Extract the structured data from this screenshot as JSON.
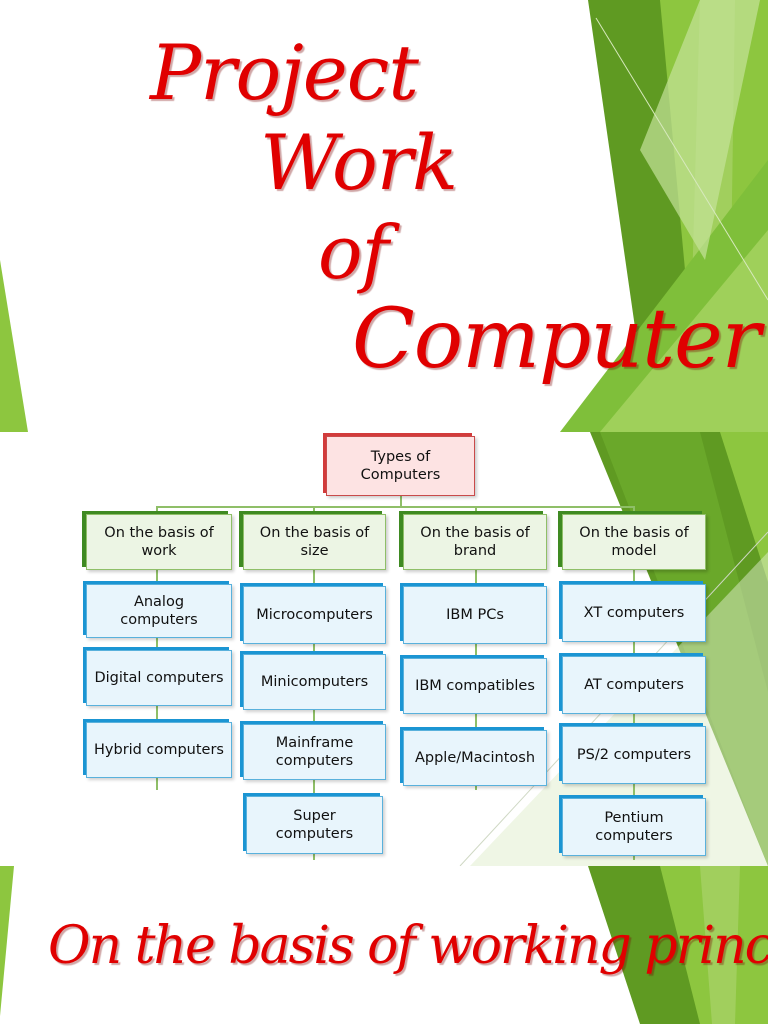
{
  "title_slide": {
    "line1": "Project",
    "line2": "Work",
    "line3": "of",
    "line4": "Computer"
  },
  "diagram": {
    "root": "Types of Computers",
    "categories": [
      {
        "label": "On the basis of work",
        "items": [
          "Analog computers",
          "Digital computers",
          "Hybrid computers"
        ]
      },
      {
        "label": "On the basis of size",
        "items": [
          "Microcomputers",
          "Minicomputers",
          "Mainframe computers",
          "Super computers"
        ]
      },
      {
        "label": "On the basis of brand",
        "items": [
          "IBM PCs",
          "IBM compatibles",
          "Apple/Macintosh"
        ]
      },
      {
        "label": "On the basis of model",
        "items": [
          "XT computers",
          "AT computers",
          "PS/2 computers",
          "Pentium computers"
        ]
      }
    ]
  },
  "bottom_slide": {
    "title": "On the basis of working principle:"
  },
  "colors": {
    "title_red": "#e00000",
    "green_dark": "#5f9a22",
    "green_light": "#8dc63f",
    "root_border": "#d23b3b",
    "category_accent": "#3f8a22",
    "leaf_accent": "#1b95d3"
  }
}
